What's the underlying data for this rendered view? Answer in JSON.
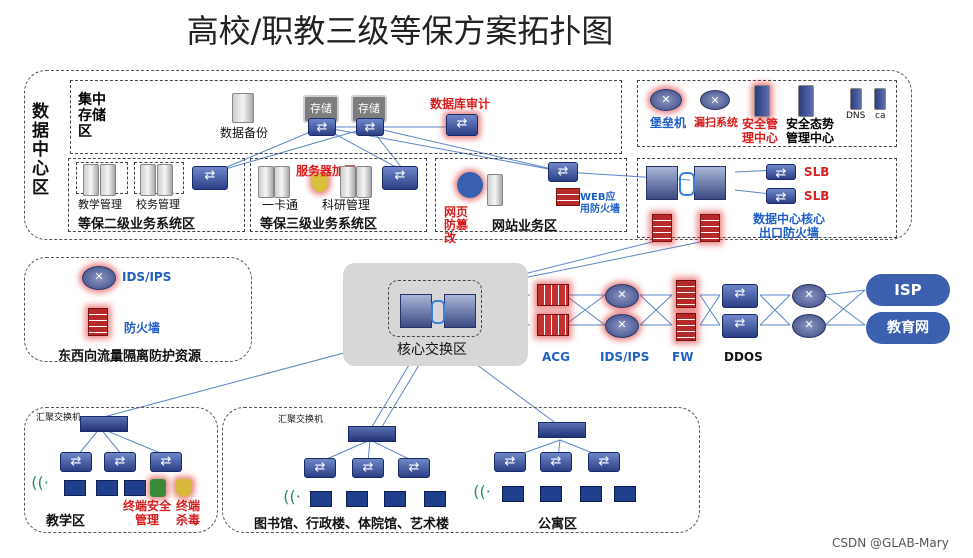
{
  "title": "高校/职教三级等保方案拓扑图",
  "watermark": "CSDN @GLAB-Mary",
  "datacenter": {
    "label": "数据中心区",
    "storage": {
      "zone_label": "集中存储区",
      "backup": "数据备份",
      "store1": "存储",
      "store2": "存储",
      "db_audit": "数据库审计"
    },
    "security_tools": {
      "bastion": "堡垒机",
      "scanner": "漏扫系统",
      "sec_mgmt": "安全管理中心",
      "situation": "安全态势管理中心",
      "dns": "DNS",
      "ca": "ca"
    },
    "level2": {
      "zone_label": "等保二级业务系统区",
      "teach": "教学管理",
      "school": "校务管理"
    },
    "level3": {
      "zone_label": "等保三级业务系统区",
      "card": "一卡通",
      "research": "科研管理",
      "enc": "服务器加固"
    },
    "web": {
      "zone_label": "网站业务区",
      "tamper": "网页防篡改",
      "waf": "WEB应用防火墙"
    },
    "exit": {
      "slb1": "SLB",
      "slb2": "SLB",
      "label": "数据中心核心出口防火墙"
    }
  },
  "eastwest": {
    "ids": "IDS/IPS",
    "fw": "防火墙",
    "label": "东西向流量隔离防护资源"
  },
  "core": {
    "label": "核心交换区"
  },
  "edge": {
    "acg": "ACG",
    "ids": "IDS/IPS",
    "fw": "FW",
    "ddos": "DDOS",
    "isp": "ISP",
    "edu": "教育网"
  },
  "teaching": {
    "agg": "汇聚交换机",
    "sec": "终端安全管理",
    "av": "终端杀毒",
    "label": "教学区"
  },
  "library": {
    "agg": "汇聚交换机",
    "label": "图书馆、行政楼、体院馆、艺术楼"
  },
  "dorm": {
    "label": "公寓区"
  }
}
